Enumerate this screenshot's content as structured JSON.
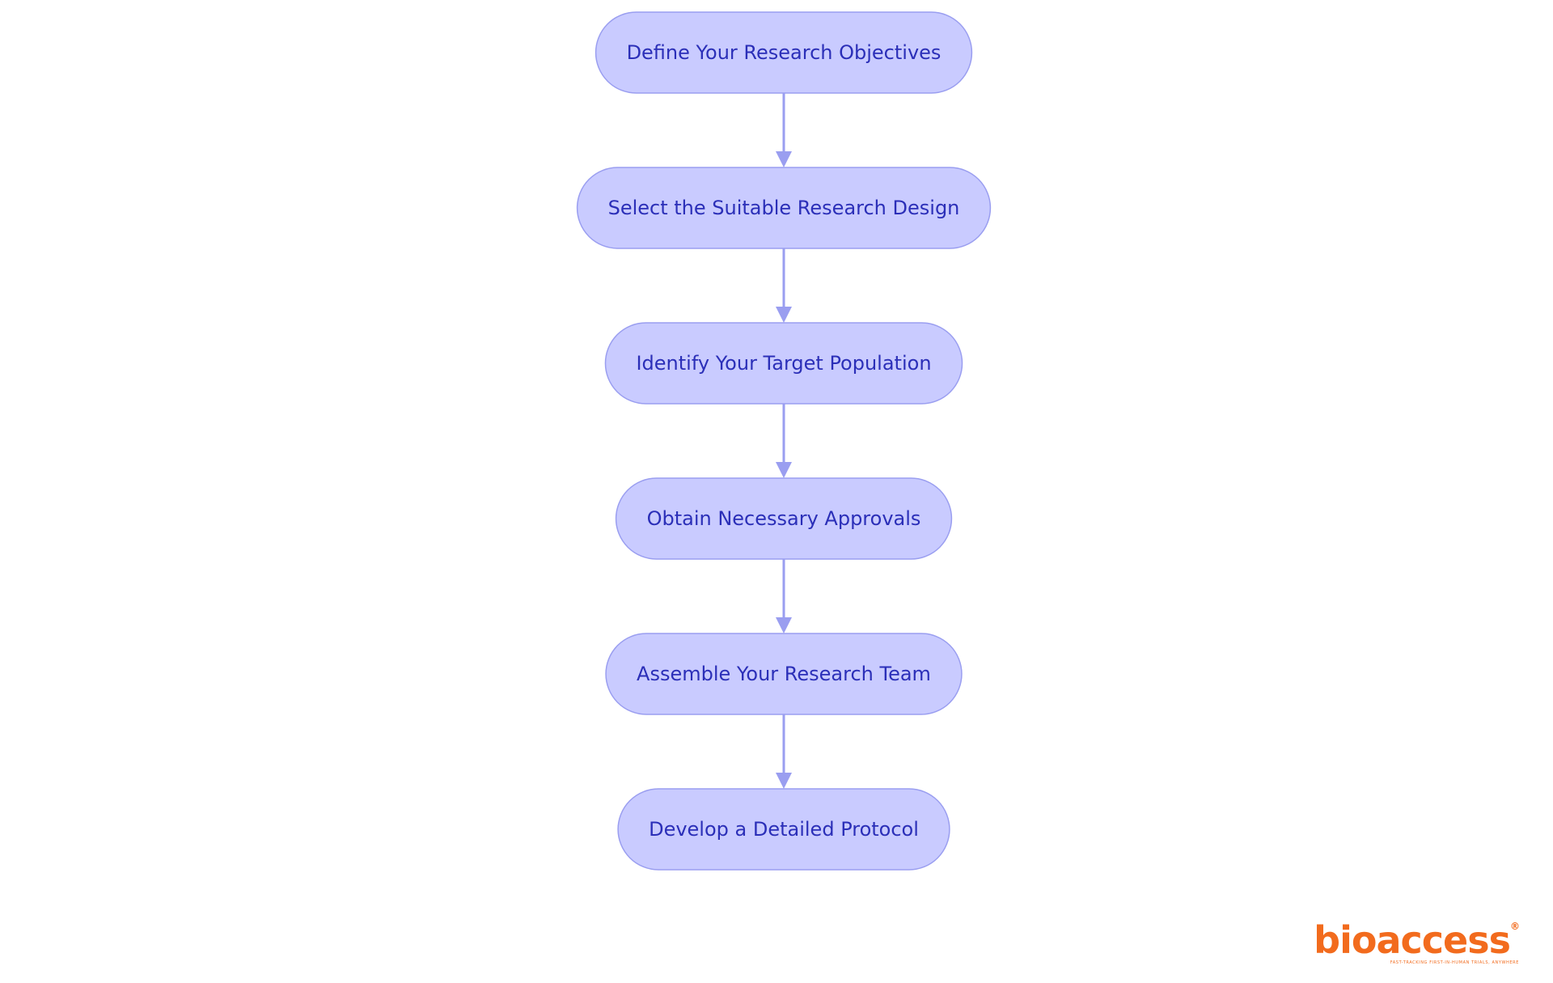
{
  "colors": {
    "node_fill": "#c9cbff",
    "node_stroke": "#9a9ef0",
    "node_text": "#2b2fb8",
    "edge": "#9a9ef0",
    "brand": "#f26b1d"
  },
  "flowchart": {
    "nodes": [
      {
        "id": "n1",
        "label": "Define Your Research Objectives"
      },
      {
        "id": "n2",
        "label": "Select the Suitable Research Design"
      },
      {
        "id": "n3",
        "label": "Identify Your Target Population"
      },
      {
        "id": "n4",
        "label": "Obtain Necessary Approvals"
      },
      {
        "id": "n5",
        "label": "Assemble Your Research Team"
      },
      {
        "id": "n6",
        "label": "Develop a Detailed Protocol"
      }
    ],
    "edges": [
      {
        "from": "n1",
        "to": "n2"
      },
      {
        "from": "n2",
        "to": "n3"
      },
      {
        "from": "n3",
        "to": "n4"
      },
      {
        "from": "n4",
        "to": "n5"
      },
      {
        "from": "n5",
        "to": "n6"
      }
    ]
  },
  "logo": {
    "word": "bioaccess",
    "registered_mark": "®",
    "tagline": "FAST-TRACKING FIRST-IN-HUMAN TRIALS, ANYWHERE"
  }
}
